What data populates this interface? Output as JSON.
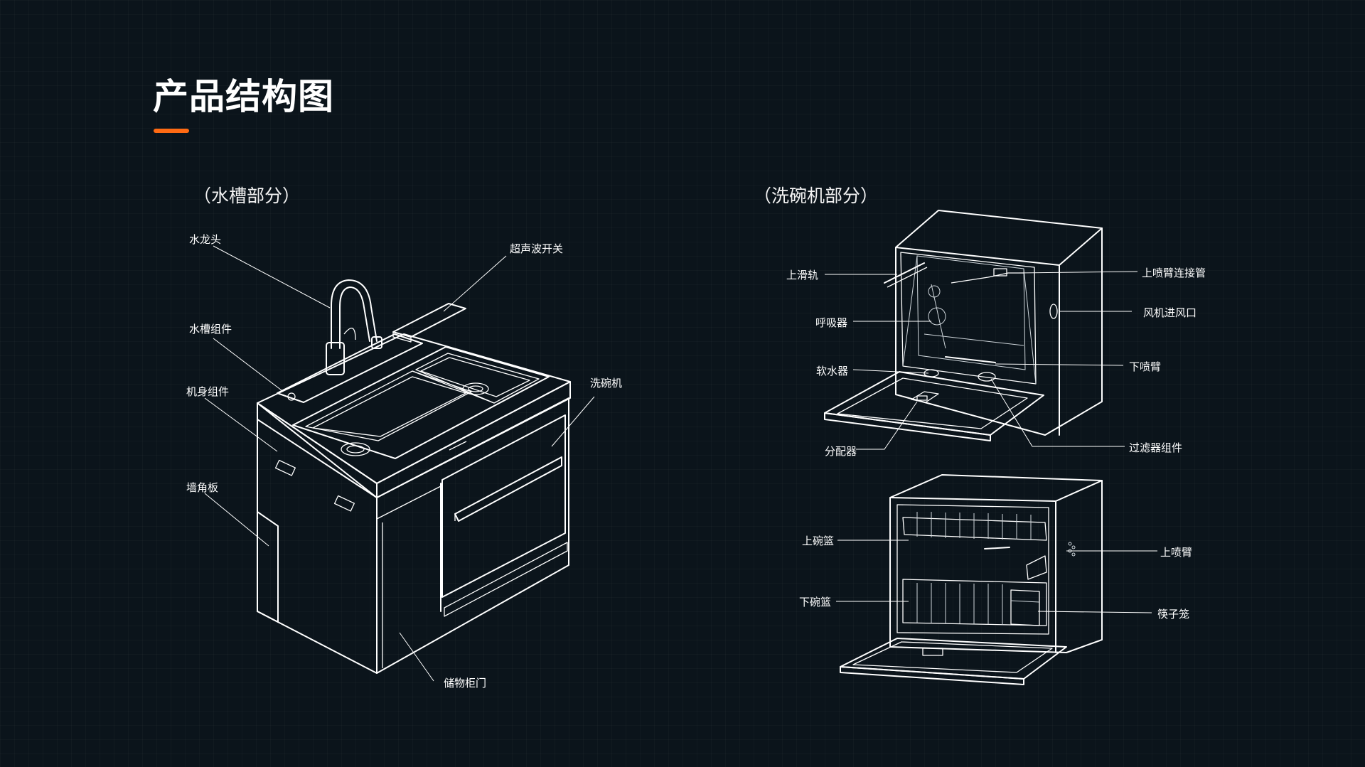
{
  "page": {
    "title": "产品结构图",
    "accent_color": "#ff6a13",
    "background_color": "#0b141b"
  },
  "sink_section": {
    "title": "（水槽部分）",
    "labels": {
      "faucet": "水龙头",
      "ultrasonic_switch": "超声波开关",
      "sink_assembly": "水槽组件",
      "body_assembly": "机身组件",
      "dishwasher": "洗碗机",
      "corner_panel": "墙角板",
      "storage_door": "储物柜门"
    }
  },
  "dishwasher_section": {
    "title": "（洗碗机部分）",
    "labels": {
      "upper_slide_rail": "上滑轨",
      "upper_arm_connector": "上喷臂连接管",
      "fan_inlet": "风机进风口",
      "breather": "呼吸器",
      "lower_spray_arm": "下喷臂",
      "water_softener": "软水器",
      "dispenser": "分配器",
      "filter_assembly": "过滤器组件",
      "upper_basket": "上碗篮",
      "upper_spray_arm": "上喷臂",
      "lower_basket": "下碗篮",
      "cutlery_cage": "筷子笼"
    }
  }
}
